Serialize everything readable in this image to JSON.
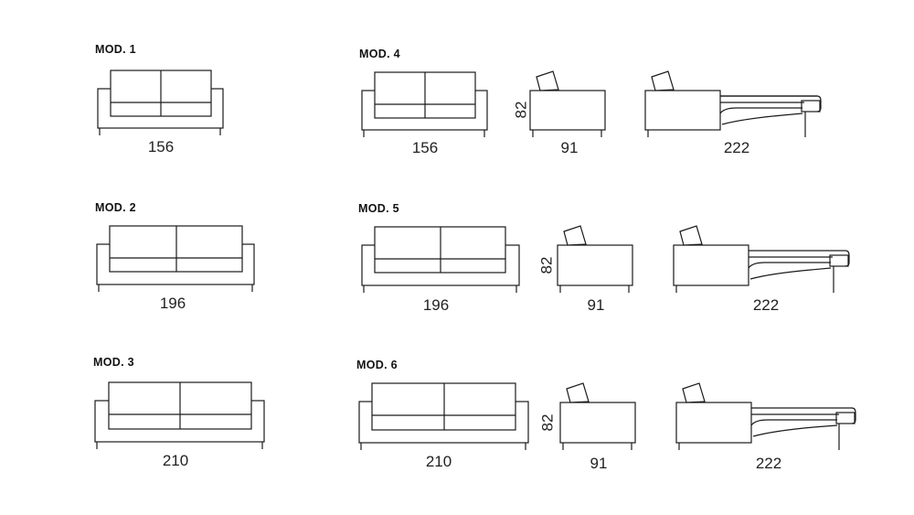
{
  "models": [
    {
      "label": "MOD. 1",
      "front_width": "156"
    },
    {
      "label": "MOD. 2",
      "front_width": "196"
    },
    {
      "label": "MOD. 3",
      "front_width": "210"
    },
    {
      "label": "MOD. 4",
      "front_width": "156",
      "height": "82",
      "side_depth": "91",
      "open_length": "222"
    },
    {
      "label": "MOD. 5",
      "front_width": "196",
      "height": "82",
      "side_depth": "91",
      "open_length": "222"
    },
    {
      "label": "MOD. 6",
      "front_width": "210",
      "height": "82",
      "side_depth": "91",
      "open_length": "222"
    }
  ]
}
